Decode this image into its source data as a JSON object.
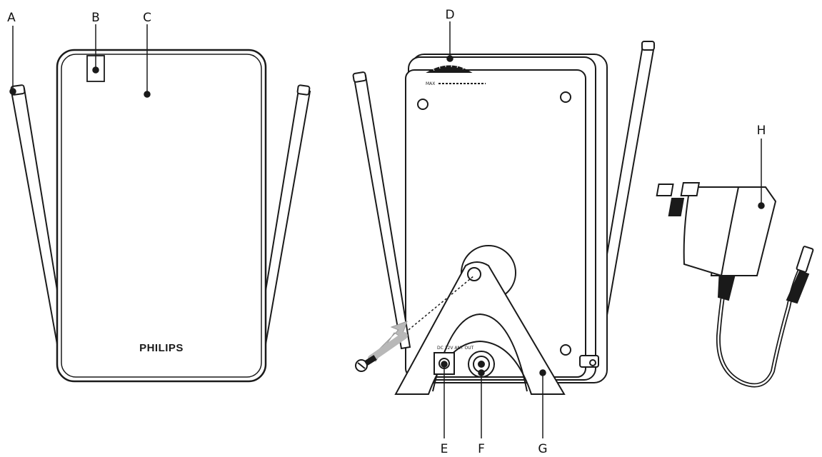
{
  "labels": {
    "a": "A",
    "b": "B",
    "c": "C",
    "d": "D",
    "e": "E",
    "f": "F",
    "g": "G",
    "h": "H"
  },
  "front_panel": {
    "brand": "PHILIPS"
  },
  "back_panel": {
    "dial_label": "MAX",
    "jack_label": "DC 12V ANT OUT"
  },
  "colors": {
    "line": "#1a1a1a",
    "fill": "#ffffff",
    "arrow": "#b8b8b8"
  }
}
